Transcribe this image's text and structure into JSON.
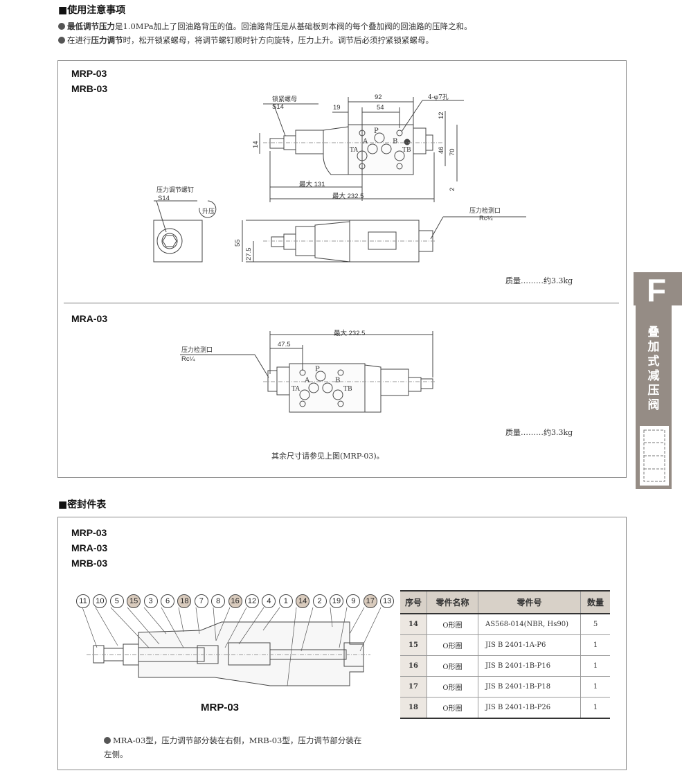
{
  "precautions": {
    "heading": "■使用注意事项",
    "items": [
      {
        "bold": "最低调节压力",
        "text": "是1.0MPa加上了回油路背压的值。回油路背压是从基础板到本阀的每个叠加阀的回油路的压降之和。"
      },
      {
        "prefix": "在进行",
        "bold": "压力调节",
        "text": "时，松开锁紧螺母，将调节螺钉顺时针方向旋转，压力上升。调节后必须拧紧锁紧螺母。"
      }
    ]
  },
  "dimensions": {
    "mrp": {
      "models": [
        "MRP-03",
        "MRB-03"
      ],
      "lock_nut_label": "锁紧螺母",
      "lock_nut_size": "S14",
      "screw_label": "压力调节螺钉",
      "screw_size": "S14",
      "rotation_label": "升压",
      "port_label": "压力检测口",
      "port_size": "Rc¼",
      "holes": "4-φ7孔",
      "dims": {
        "d92": "92",
        "d54": "54",
        "d19": "19",
        "d14": "14",
        "d12": "12",
        "d46": "46",
        "d70": "70",
        "d2": "2",
        "max131": "最大 131",
        "max232": "最大 232.5",
        "d55": "55",
        "d275": "27.5"
      },
      "ports": {
        "p": "P",
        "a": "A",
        "b": "B",
        "ta": "TA",
        "tb": "TB"
      },
      "mass": "质量………约3.3kg"
    },
    "mra": {
      "model": "MRA-03",
      "port_label": "压力检测口",
      "port_size": "Rc¼",
      "max232": "最大 232.5",
      "d475": "47.5",
      "ports": {
        "p": "P",
        "a": "A",
        "b": "B",
        "ta": "TA",
        "tb": "TB"
      },
      "mass": "质量………约3.3kg",
      "note": "其余尺寸请参见上图(MRP-03)。"
    }
  },
  "seals": {
    "heading": "■密封件表",
    "models": [
      "MRP-03",
      "MRA-03",
      "MRB-03"
    ],
    "balloons": [
      "11",
      "10",
      "5",
      "15",
      "3",
      "6",
      "18",
      "7",
      "8",
      "16",
      "12",
      "4",
      "1",
      "14",
      "2",
      "19",
      "9",
      "17",
      "13"
    ],
    "highlighted": [
      "15",
      "18",
      "16",
      "14",
      "17"
    ],
    "drawing_caption": "MRP-03",
    "note": "MRA-03型，压力调节部分装在右侧，MRB-03型，压力调节部分装在左侧。",
    "table": {
      "headers": [
        "序号",
        "零件名称",
        "零件号",
        "数量"
      ],
      "rows": [
        [
          "14",
          "O形圈",
          "AS568-014(NBR, Hs90)",
          "5"
        ],
        [
          "15",
          "O形圈",
          "JIS B 2401-1A-P6",
          "1"
        ],
        [
          "16",
          "O形圈",
          "JIS B 2401-1B-P16",
          "1"
        ],
        [
          "17",
          "O形圈",
          "JIS B 2401-1B-P18",
          "1"
        ],
        [
          "18",
          "O形圈",
          "JIS B 2401-1B-P26",
          "1"
        ]
      ]
    }
  },
  "side_tab": {
    "letter": "F",
    "title": "叠加式减压阀"
  },
  "colors": {
    "tab": "#958c85",
    "table_header": "#d8d1c8",
    "balloon_highlight": "#d9cbbd"
  }
}
